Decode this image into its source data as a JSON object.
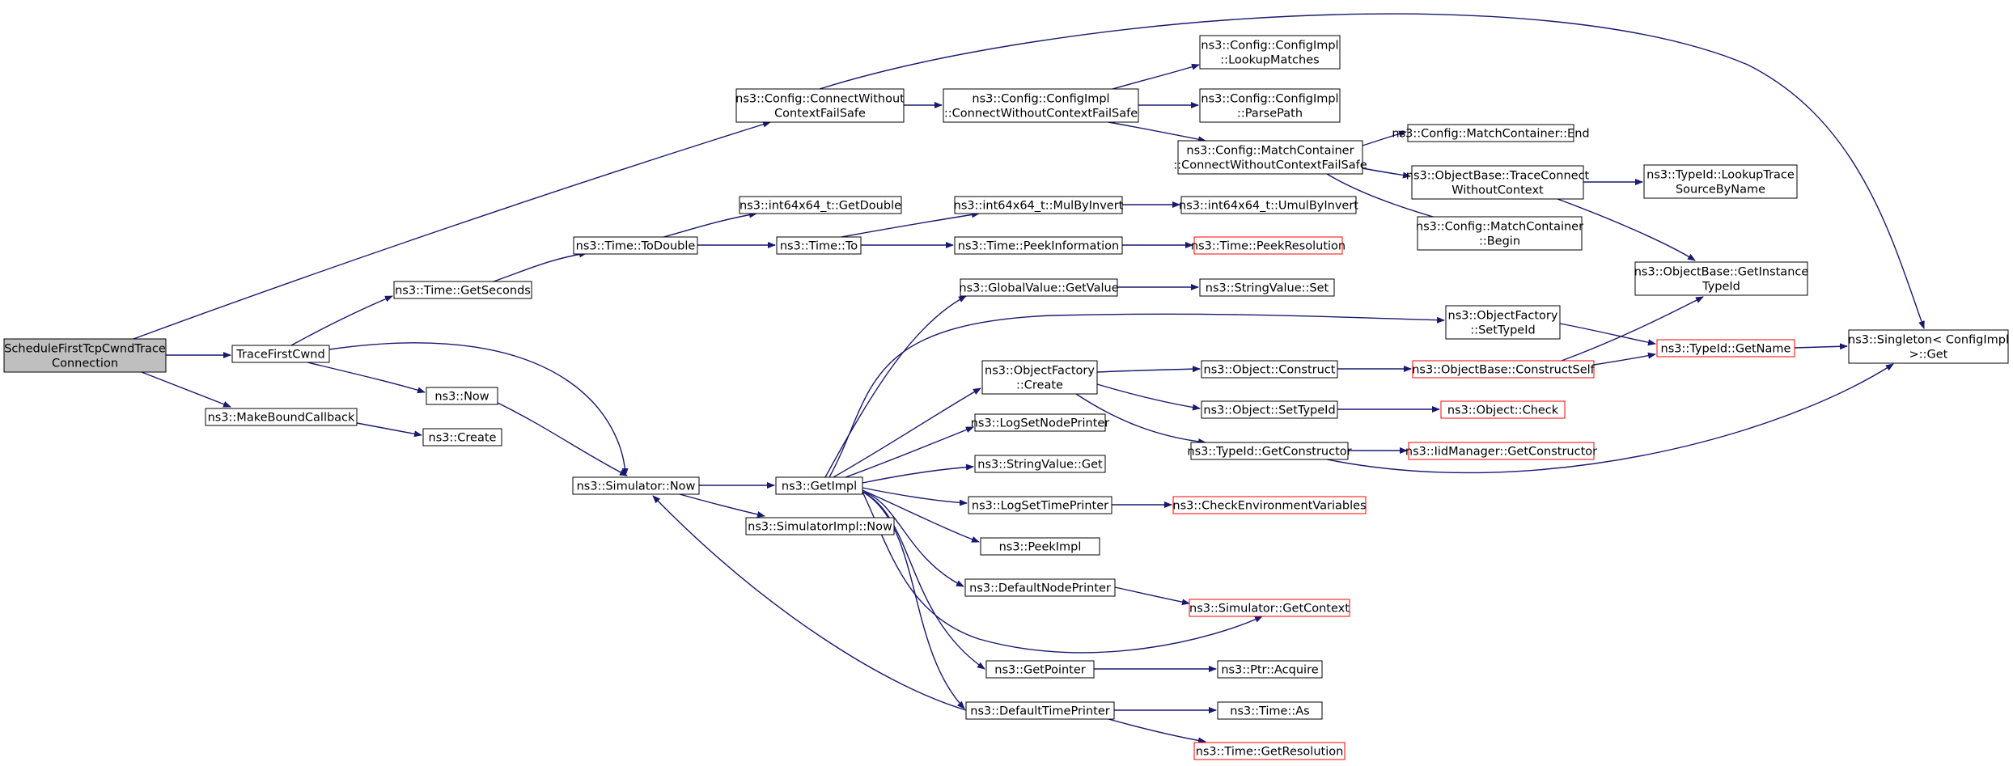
{
  "colors": {
    "edge": "#191970",
    "root_fill": "#bfbfbf",
    "node_border": "#000000",
    "truncated_border": "#ff0000",
    "node_fill": "#ffffff"
  },
  "nodes": {
    "root": {
      "lines": [
        "ScheduleFirstTcpCwndTrace",
        "Connection"
      ],
      "root": true
    },
    "connect_wcfs": {
      "lines": [
        "ns3::Config::ConnectWithout",
        "ContextFailSafe"
      ]
    },
    "impl_cwcfs": {
      "lines": [
        "ns3::Config::ConfigImpl",
        "::ConnectWithoutContextFailSafe"
      ]
    },
    "lookup_matches": {
      "lines": [
        "ns3::Config::ConfigImpl",
        "::LookupMatches"
      ]
    },
    "parse_path": {
      "lines": [
        "ns3::Config::ConfigImpl",
        "::ParsePath"
      ]
    },
    "mc_cwcfs": {
      "lines": [
        "ns3::Config::MatchContainer",
        "::ConnectWithoutContextFailSafe"
      ]
    },
    "mc_end": {
      "lines": [
        "ns3::Config::MatchContainer::End"
      ]
    },
    "trace_connect": {
      "lines": [
        "ns3::ObjectBase::TraceConnect",
        "WithoutContext"
      ]
    },
    "lookup_trace": {
      "lines": [
        "ns3::TypeId::LookupTrace",
        "SourceByName"
      ]
    },
    "mc_begin": {
      "lines": [
        "ns3::Config::MatchContainer",
        "::Begin"
      ]
    },
    "get_instance_typeid": {
      "lines": [
        "ns3::ObjectBase::GetInstance",
        "TypeId"
      ]
    },
    "singleton_get": {
      "lines": [
        "ns3::Singleton< ConfigImpl",
        " >::Get"
      ]
    },
    "get_double": {
      "lines": [
        "ns3::int64x64_t::GetDouble"
      ]
    },
    "mul_by_invert": {
      "lines": [
        "ns3::int64x64_t::MulByInvert"
      ]
    },
    "umul_by_invert": {
      "lines": [
        "ns3::int64x64_t::UmulByInvert"
      ]
    },
    "to_double": {
      "lines": [
        "ns3::Time::ToDouble"
      ]
    },
    "time_to": {
      "lines": [
        "ns3::Time::To"
      ]
    },
    "peek_information": {
      "lines": [
        "ns3::Time::PeekInformation"
      ]
    },
    "peek_resolution": {
      "lines": [
        "ns3::Time::PeekResolution"
      ],
      "truncated": true
    },
    "get_seconds": {
      "lines": [
        "ns3::Time::GetSeconds"
      ]
    },
    "global_get_value": {
      "lines": [
        "ns3::GlobalValue::GetValue"
      ]
    },
    "string_set": {
      "lines": [
        "ns3::StringValue::Set"
      ]
    },
    "of_set_typeid": {
      "lines": [
        "ns3::ObjectFactory",
        "::SetTypeId"
      ]
    },
    "typeid_get_name": {
      "lines": [
        "ns3::TypeId::GetName"
      ],
      "truncated": true
    },
    "trace_first_cwnd": {
      "lines": [
        "TraceFirstCwnd"
      ]
    },
    "of_create": {
      "lines": [
        "ns3::ObjectFactory",
        "::Create"
      ]
    },
    "obj_construct": {
      "lines": [
        "ns3::Object::Construct"
      ]
    },
    "construct_self": {
      "lines": [
        "ns3::ObjectBase::ConstructSelf"
      ],
      "truncated": true
    },
    "ns3_now": {
      "lines": [
        "ns3::Now"
      ]
    },
    "make_bound_cb": {
      "lines": [
        "ns3::MakeBoundCallback"
      ]
    },
    "ns3_create": {
      "lines": [
        "ns3::Create"
      ]
    },
    "obj_set_typeid": {
      "lines": [
        "ns3::Object::SetTypeId"
      ]
    },
    "obj_check": {
      "lines": [
        "ns3::Object::Check"
      ],
      "truncated": true
    },
    "log_set_node_printer": {
      "lines": [
        "ns3::LogSetNodePrinter"
      ]
    },
    "typeid_get_constructor": {
      "lines": [
        "ns3::TypeId::GetConstructor"
      ]
    },
    "iid_get_constructor": {
      "lines": [
        "ns3::IidManager::GetConstructor"
      ],
      "truncated": true
    },
    "string_get": {
      "lines": [
        "ns3::StringValue::Get"
      ]
    },
    "sim_now": {
      "lines": [
        "ns3::Simulator::Now"
      ]
    },
    "get_impl": {
      "lines": [
        "ns3::GetImpl"
      ]
    },
    "log_set_time_printer": {
      "lines": [
        "ns3::LogSetTimePrinter"
      ]
    },
    "check_env": {
      "lines": [
        "ns3::CheckEnvironmentVariables"
      ],
      "truncated": true
    },
    "simimpl_now": {
      "lines": [
        "ns3::SimulatorImpl::Now"
      ]
    },
    "peek_impl": {
      "lines": [
        "ns3::PeekImpl"
      ]
    },
    "default_node_printer": {
      "lines": [
        "ns3::DefaultNodePrinter"
      ]
    },
    "sim_get_context": {
      "lines": [
        "ns3::Simulator::GetContext"
      ],
      "truncated": true
    },
    "get_pointer": {
      "lines": [
        "ns3::GetPointer"
      ]
    },
    "ptr_acquire": {
      "lines": [
        "ns3::Ptr::Acquire"
      ]
    },
    "default_time_printer": {
      "lines": [
        "ns3::DefaultTimePrinter"
      ]
    },
    "time_as": {
      "lines": [
        "ns3::Time::As"
      ]
    },
    "time_get_resolution": {
      "lines": [
        "ns3::Time::GetResolution"
      ],
      "truncated": true
    }
  }
}
